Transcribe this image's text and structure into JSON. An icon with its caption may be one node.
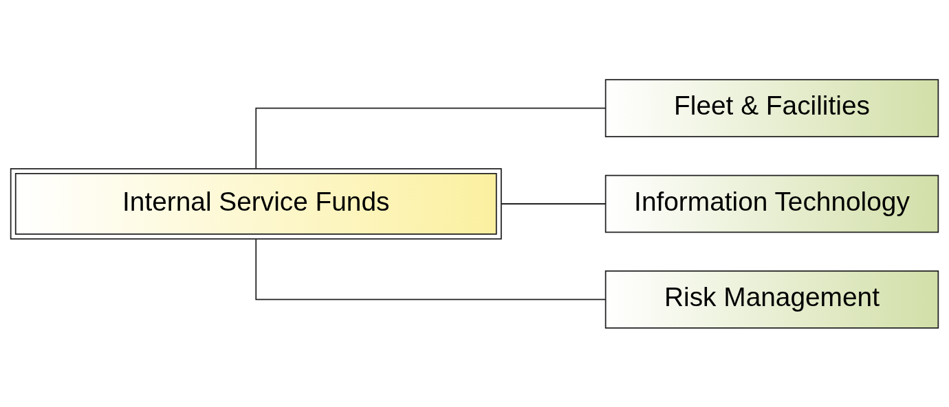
{
  "diagram": {
    "nodes": [
      {
        "text": [
          "Internal Service Funds"
        ]
      },
      {
        "text": [
          "Fleet & Facilities"
        ]
      },
      {
        "text": [
          "Information Technology"
        ]
      },
      {
        "text": [
          "Risk Management"
        ]
      }
    ],
    "edges": [
      {
        "from": 0,
        "to": 1,
        "arrow": "none"
      },
      {
        "from": 0,
        "to": 2,
        "arrow": "none"
      },
      {
        "from": 0,
        "to": 3,
        "arrow": "none"
      }
    ]
  }
}
